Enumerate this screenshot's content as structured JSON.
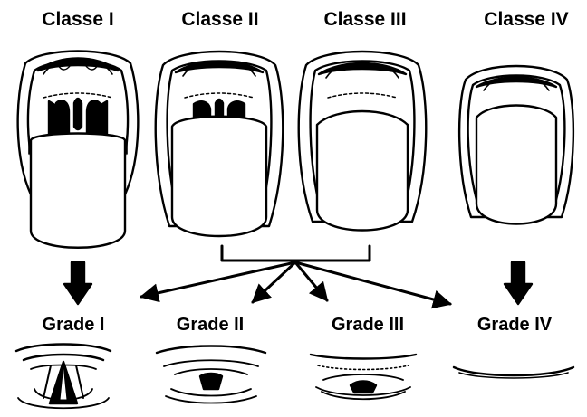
{
  "classes": [
    {
      "label": "Classe I"
    },
    {
      "label": "Classe II"
    },
    {
      "label": "Classe III"
    },
    {
      "label": "Classe IV"
    }
  ],
  "grades": [
    {
      "label": "Grade I"
    },
    {
      "label": "Grade II"
    },
    {
      "label": "Grade III"
    },
    {
      "label": "Grade IV"
    }
  ],
  "colors": {
    "ink": "#000000",
    "paper": "#ffffff"
  }
}
